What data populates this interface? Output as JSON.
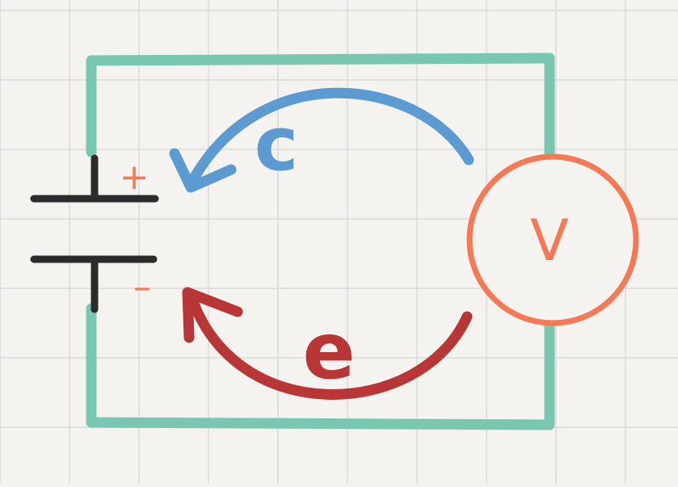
{
  "diagram": {
    "labels": {
      "plus": "+",
      "minus": "–",
      "c": "c",
      "e": "e",
      "meter": "V"
    },
    "colors": {
      "background": "#f5f3ef",
      "grid": "#d9d9d9",
      "wire": "#79c7b0",
      "battery": "#2b2b2b",
      "voltmeter": "#f47a55",
      "c_arrow": "#5b9bd2",
      "e_arrow": "#b83636",
      "polarity": "#f47a55"
    }
  }
}
